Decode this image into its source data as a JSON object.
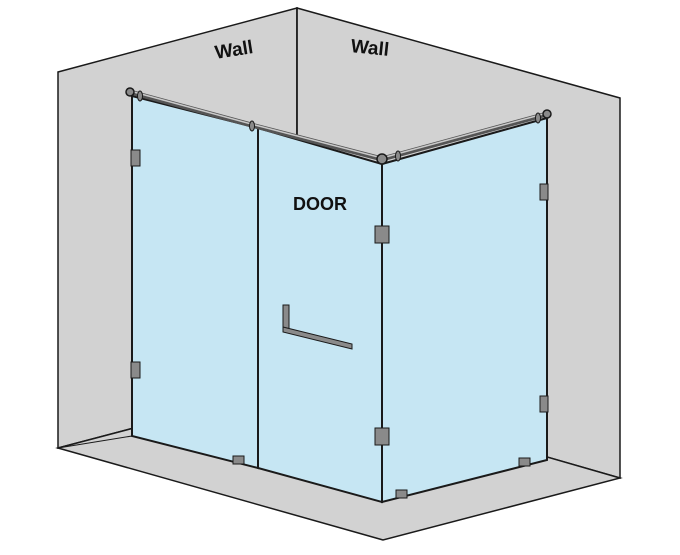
{
  "labels": {
    "wall_left": "Wall",
    "wall_right": "Wall",
    "door": "DOOR"
  },
  "colors": {
    "wall_fill": "#d2d2d2",
    "glass_fill": "#c6e6f3",
    "outline": "#1a1a1a",
    "hardware": "#8a8a8a"
  },
  "icons": {
    "hinge": "hinge-bracket",
    "handle": "door-handle",
    "rail": "support-bar"
  }
}
